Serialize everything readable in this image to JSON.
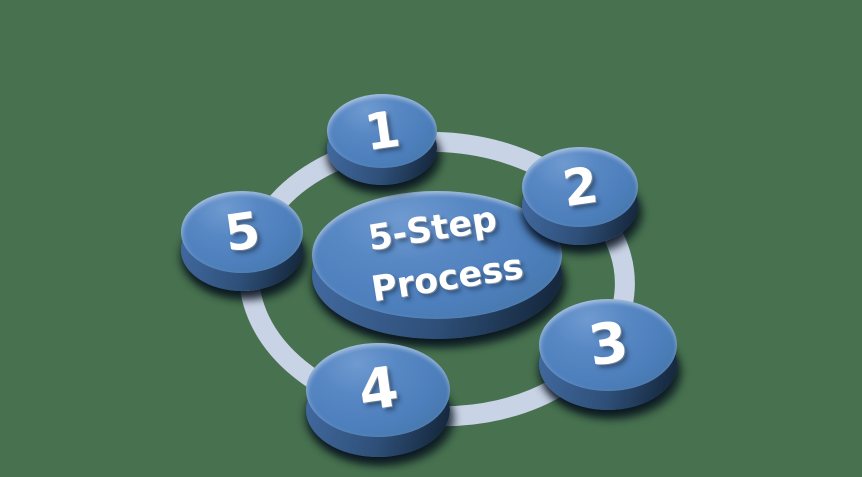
{
  "diagram": {
    "title": {
      "line1": "5-Step",
      "line2": "Process"
    },
    "steps": [
      {
        "label": "1"
      },
      {
        "label": "2"
      },
      {
        "label": "3"
      },
      {
        "label": "4"
      },
      {
        "label": "5"
      }
    ]
  },
  "colors": {
    "background": "#47714f",
    "ring": "#c8d3e5",
    "face": "#4d7fbc",
    "face_light": "#6f9ad0",
    "rim": "#2e4f78",
    "rim_dark": "#16293f",
    "text": "#ffffff"
  }
}
